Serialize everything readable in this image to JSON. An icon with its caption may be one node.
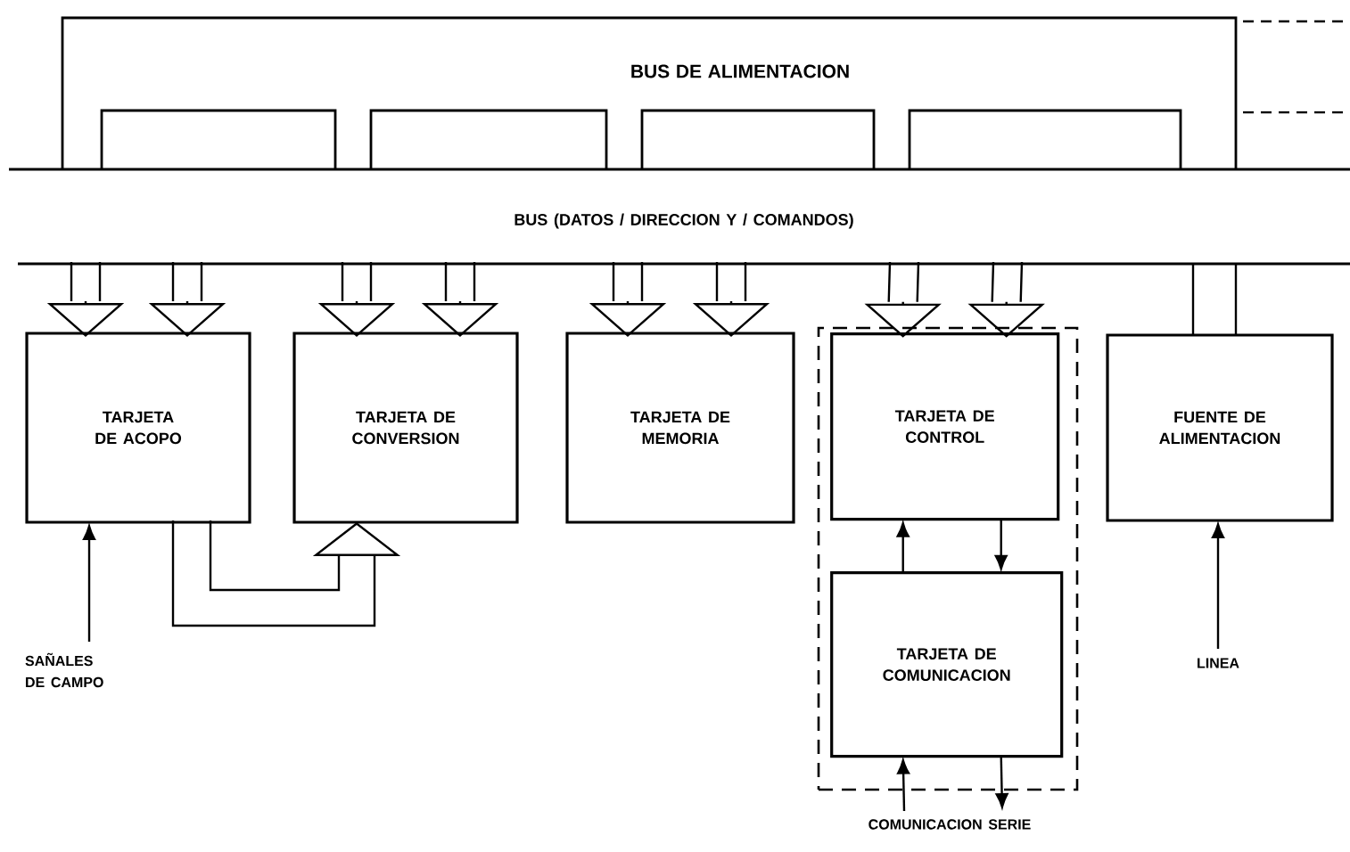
{
  "diagram": {
    "nodes": [
      {
        "text": [
          "BUS DE ALIMENTACION"
        ]
      },
      {
        "text": [
          "BUS (DATOS / DIRECCION Y / COMANDOS)"
        ]
      },
      {
        "text": [
          "TARJETA DE ACOPO"
        ]
      },
      {
        "text": [
          "TARJETA DE CONVERSION"
        ]
      },
      {
        "text": [
          "TARJETA DE MEMORIA"
        ]
      },
      {
        "text": [],
        "shape": "box"
      },
      {
        "text": [
          "TARJETA DE CONTROL"
        ],
        "in": 5
      },
      {
        "text": [
          "TARJETA DE COMUNICACION"
        ],
        "in": 5
      },
      {
        "text": [
          "FUENTE DE ALIMENTACION"
        ]
      },
      {
        "text": [
          "SAÑALES DE CAMPO"
        ]
      },
      {
        "text": [
          "LINEA"
        ]
      },
      {
        "text": [
          "COMUNICACION SERIE"
        ]
      }
    ],
    "edges": [
      {
        "from": 1,
        "to": 2,
        "arrow": "to"
      },
      {
        "from": 1,
        "to": 2,
        "arrow": "to"
      },
      {
        "from": 1,
        "to": 3,
        "arrow": "to"
      },
      {
        "from": 1,
        "to": 3,
        "arrow": "to"
      },
      {
        "from": 1,
        "to": 4,
        "arrow": "to"
      },
      {
        "from": 1,
        "to": 4,
        "arrow": "to"
      },
      {
        "from": 1,
        "to": 6,
        "arrow": "to"
      },
      {
        "from": 1,
        "to": 6,
        "arrow": "to"
      },
      {
        "from": 1,
        "to": 8,
        "arrow": "none"
      },
      {
        "from": 1,
        "to": 8,
        "arrow": "none"
      },
      {
        "from": 2,
        "to": 3,
        "arrow": "to"
      },
      {
        "from": 9,
        "to": 2,
        "arrow": "to"
      },
      {
        "from": 7,
        "to": 6,
        "arrow": "to"
      },
      {
        "from": 6,
        "to": 7,
        "arrow": "to"
      },
      {
        "from": 10,
        "to": 8,
        "arrow": "to"
      },
      {
        "from": 11,
        "to": 7,
        "arrow": "to"
      },
      {
        "from": 7,
        "to": 11,
        "arrow": "to"
      }
    ]
  }
}
